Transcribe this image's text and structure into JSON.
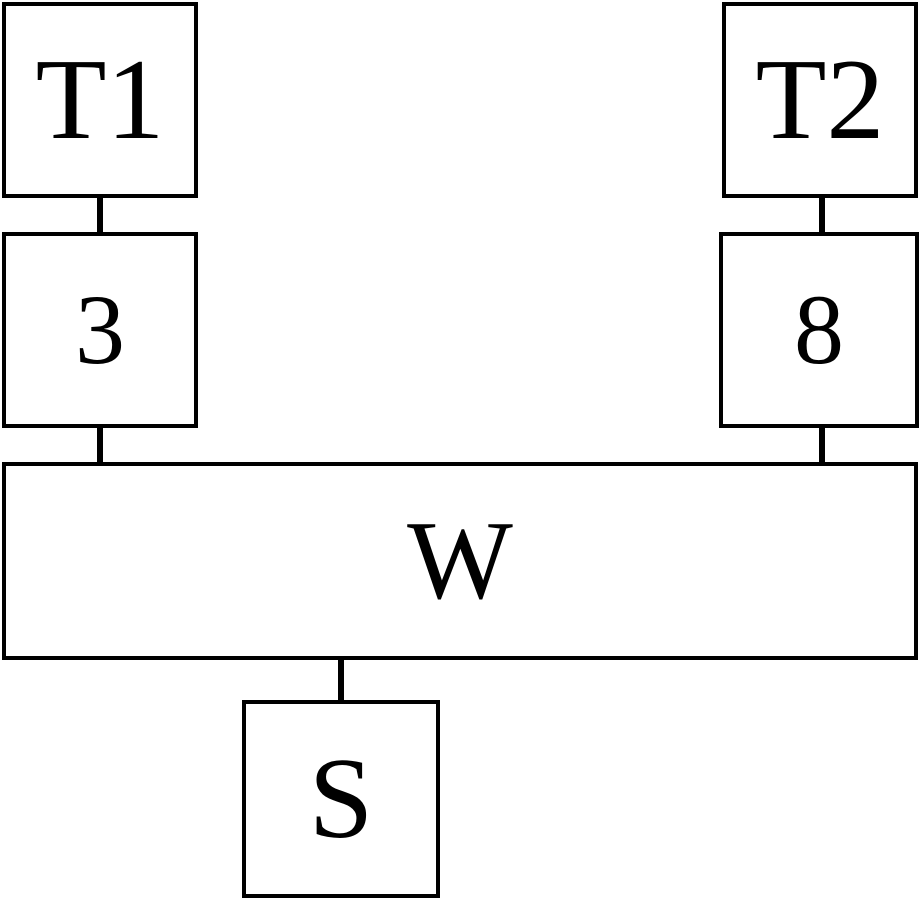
{
  "diagram": {
    "nodes": {
      "t1": "T1",
      "three": "3",
      "t2": "T2",
      "eight": "8",
      "w": "W",
      "s": "S"
    },
    "edges": [
      [
        "T1",
        "3"
      ],
      [
        "3",
        "W"
      ],
      [
        "T2",
        "8"
      ],
      [
        "8",
        "W"
      ],
      [
        "W",
        "S"
      ]
    ],
    "colors": {
      "stroke": "#000000",
      "background": "#ffffff"
    }
  }
}
